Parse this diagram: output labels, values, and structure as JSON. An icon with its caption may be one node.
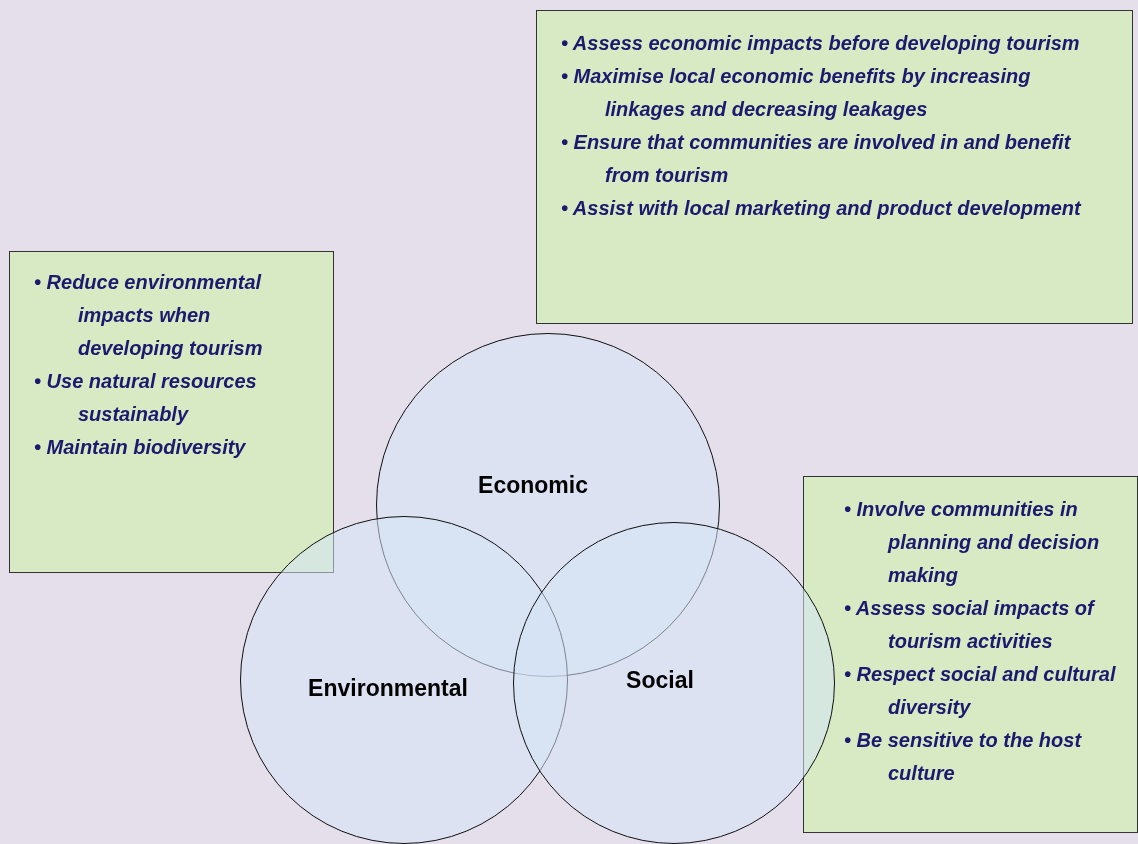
{
  "diagram": {
    "nodes": [
      {
        "text": [
          "• Assess economic impacts before developing tourism",
          "• Maximise local economic benefits by increasing linkages and decreasing leakages",
          "• Ensure that communities are involved in and benefit from tourism",
          "• Assist with local marketing and product development"
        ]
      },
      {
        "text": [
          "• Reduce environmental impacts when developing tourism",
          "• Use natural resources sustainably",
          "• Maintain biodiversity"
        ]
      },
      {
        "text": [
          "Economic"
        ]
      },
      {
        "text": [
          "Environmental"
        ]
      },
      {
        "text": [
          "Social"
        ]
      },
      {
        "text": [
          "• Involve communities in planning and decision making",
          "• Assess social impacts of tourism activities",
          "• Respect social and cultural diversity",
          "• Be sensitive to the host culture"
        ]
      }
    ]
  }
}
